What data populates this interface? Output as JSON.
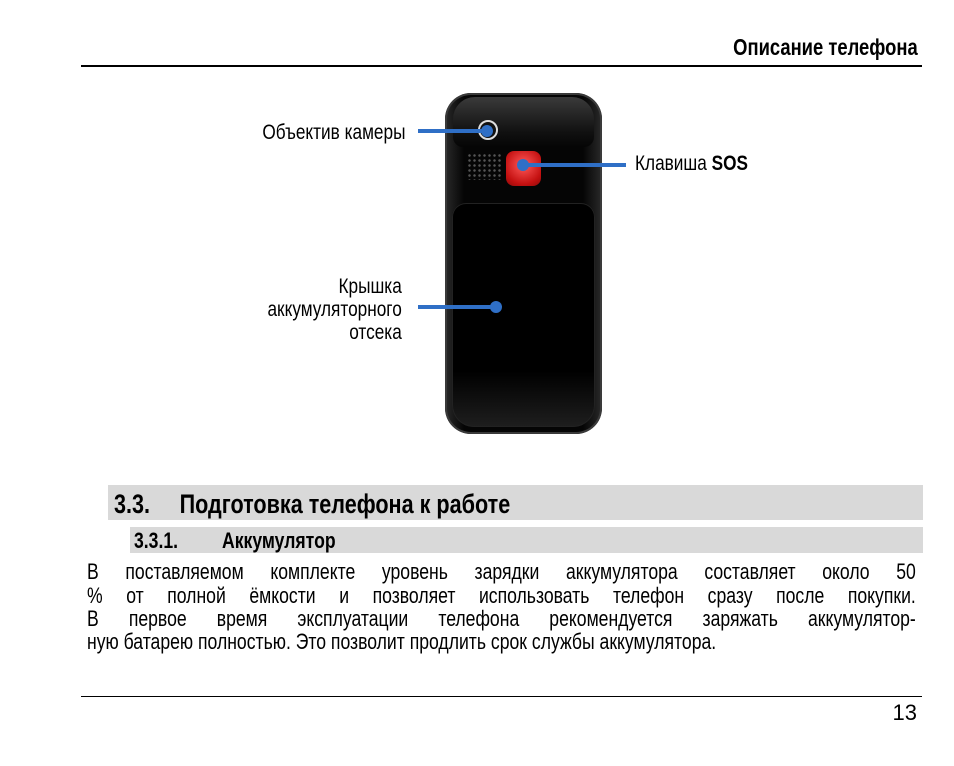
{
  "header": {
    "title": "Описание телефона"
  },
  "figure": {
    "callouts": {
      "camera": "Объектив камеры",
      "sos_prefix": "Клавиша ",
      "sos_bold": "SOS",
      "battery_cover": [
        "Крышка",
        "аккумуляторного",
        "отсека"
      ]
    },
    "colors": {
      "callout": "#2f6fc6",
      "sos_key": "#d42020",
      "phone_body": "#0a0a0a"
    }
  },
  "section": {
    "number": "3.3.",
    "title": "Подготовка телефона к работе"
  },
  "subsection": {
    "number": "3.3.1.",
    "title": "Аккумулятор"
  },
  "body": [
    "В поставляемом комплекте уровень зарядки аккумулятора составляет около 50",
    "% от полной ёмкости и позволяет использовать телефон сразу после покупки.",
    "В первое время эксплуатации телефона рекомендуется заряжать аккумулятор-",
    "ную батарею полностью. Это позволит продлить срок службы аккумулятора."
  ],
  "footer": {
    "page_number": "13"
  }
}
